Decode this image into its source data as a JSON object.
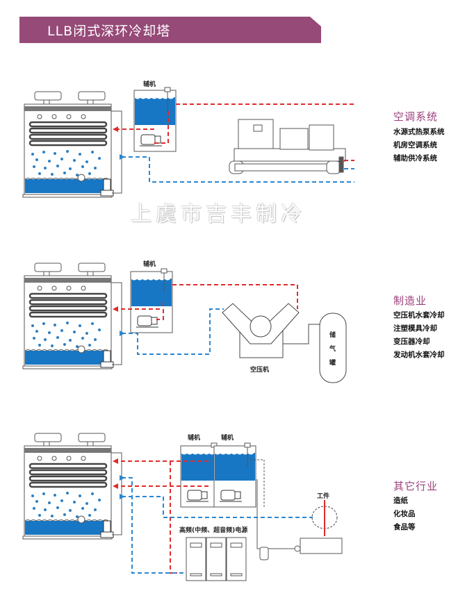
{
  "header": {
    "title": "LLB闭式深环冷却塔",
    "color": "#964a78"
  },
  "watermark": "上虞市吉丰制冷",
  "colors": {
    "hot_line": "#e02a2a",
    "cold_line": "#2a86d0",
    "water": "#1877c4",
    "accent": "#9a3f7a"
  },
  "sections": [
    {
      "diagram": {
        "aux_label": "辅机"
      },
      "heading": "空调系统",
      "items": [
        "水源式热泵系统",
        "机房空调系统",
        "辅助供冷系统"
      ]
    },
    {
      "diagram": {
        "aux_label": "辅机",
        "compressor_label": "空压机",
        "tank_label": [
          "储",
          "气",
          "罐"
        ]
      },
      "heading": "制造业",
      "items": [
        "空压机水套冷却",
        "注塑模具冷却",
        "变压器冷却",
        "发动机水套冷却"
      ]
    },
    {
      "diagram": {
        "aux_label_1": "辅机",
        "aux_label_2": "辅机",
        "power_label": "高频(中频、超音频)电源",
        "workpiece_label": "工件"
      },
      "heading": "其它行业",
      "items": [
        "造纸",
        "化妆品",
        "食品等"
      ]
    }
  ]
}
